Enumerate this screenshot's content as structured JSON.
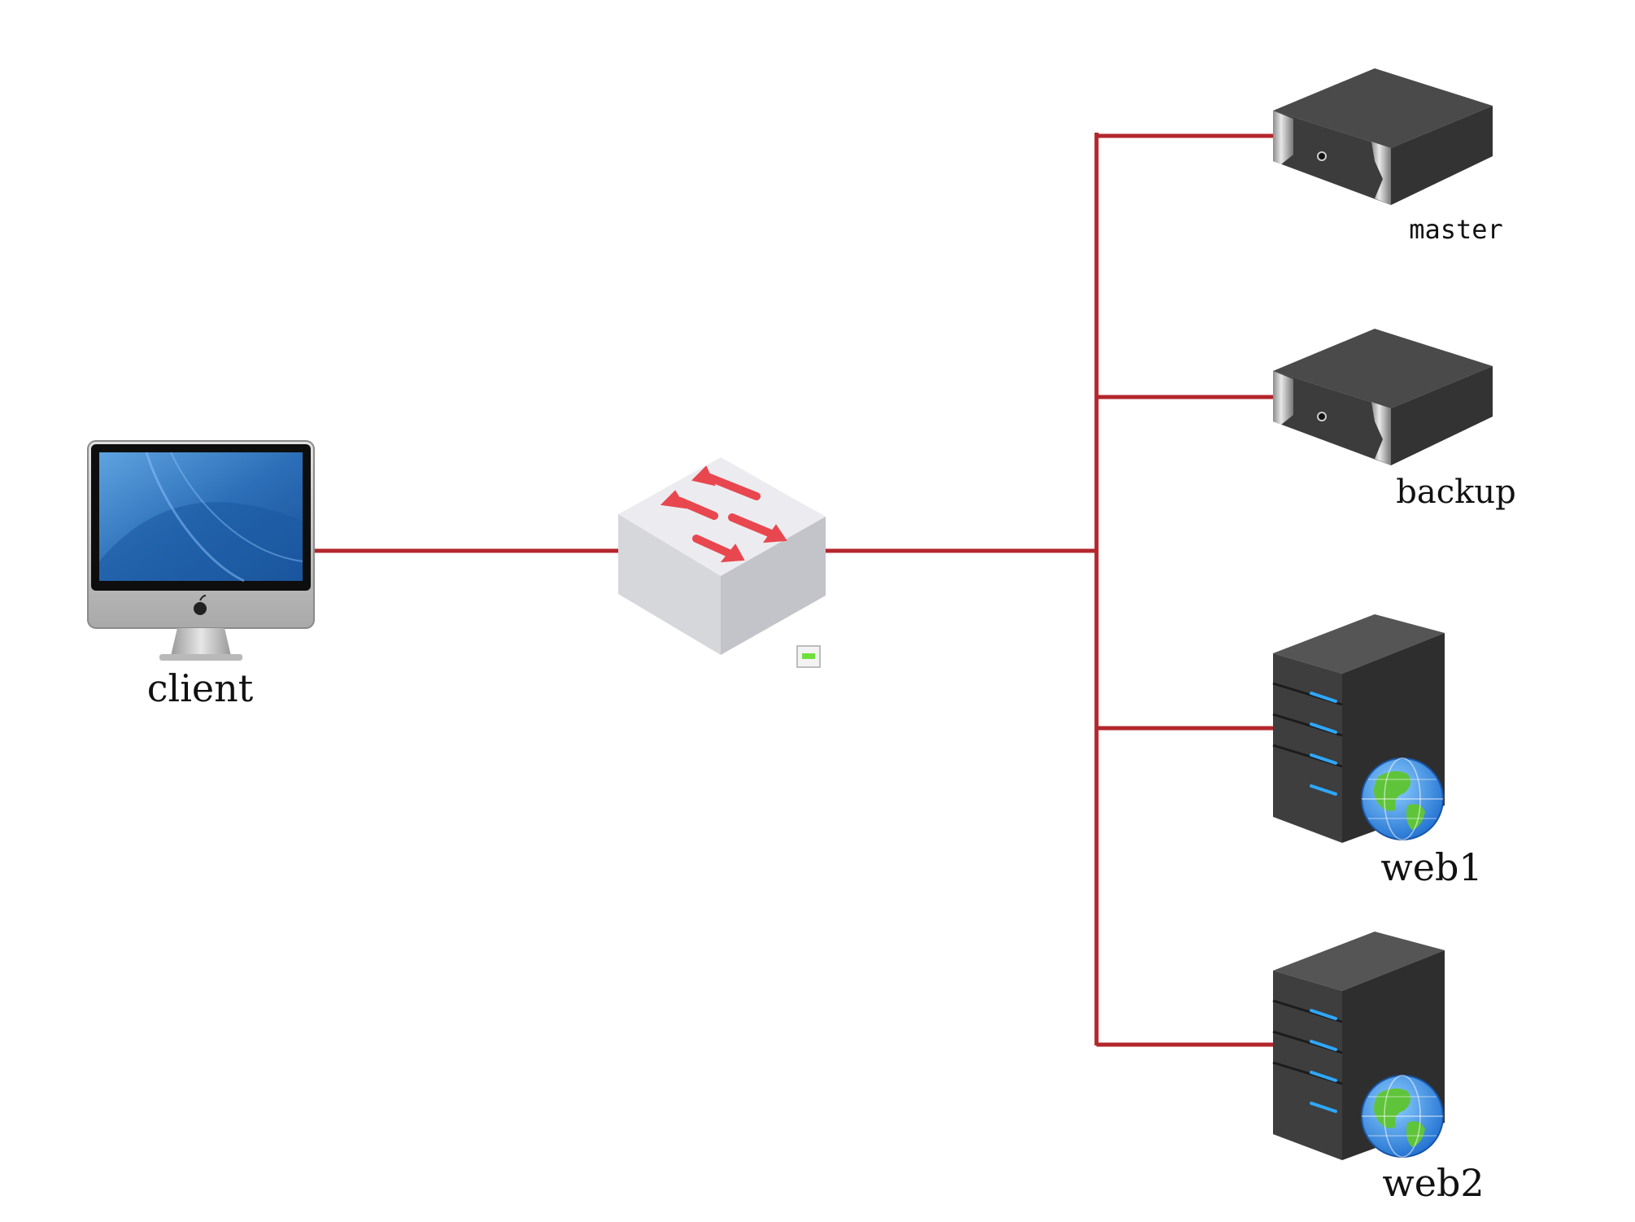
{
  "nodes": {
    "client": {
      "label": "client",
      "icon": "desktop-monitor-icon"
    },
    "switch": {
      "icon": "network-switch-icon"
    },
    "master": {
      "label": "master",
      "icon": "rack-server-icon"
    },
    "backup": {
      "label": "backup",
      "icon": "rack-server-icon"
    },
    "web1": {
      "label": "web1",
      "icon": "web-server-icon"
    },
    "web2": {
      "label": "web2",
      "icon": "web-server-icon"
    }
  },
  "colors": {
    "link": "#b3262b",
    "arrow": "#e8474f",
    "server_body": "#3f3f3f",
    "led": "#2ea8ff"
  }
}
